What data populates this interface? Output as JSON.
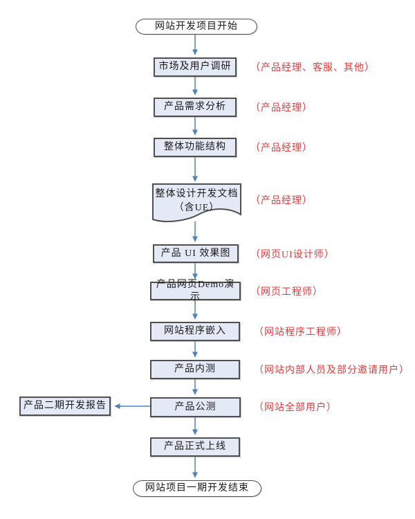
{
  "diagram": {
    "type": "flowchart",
    "direction": "top-down",
    "colors": {
      "process_fill": "#e3eaf5",
      "process_border": "#4f4f4f",
      "terminator_fill": "#ffffff",
      "connector": "#4f81bd",
      "annotation_text": "#e23b3b",
      "node_text": "#1a1a1a"
    },
    "nodes": [
      {
        "id": "start",
        "shape": "terminator",
        "label": "网站开发项目开始"
      },
      {
        "id": "market-research",
        "shape": "process",
        "label": "市场及用户调研",
        "annotation": "（产品经理、客服、其他）"
      },
      {
        "id": "requirement-analysis",
        "shape": "process",
        "label": "产品需求分析",
        "annotation": "（产品经理）"
      },
      {
        "id": "function-structure",
        "shape": "process",
        "label": "整体功能结构",
        "annotation": "（产品经理）"
      },
      {
        "id": "design-document",
        "shape": "document",
        "label": "整体设计开发文档",
        "label_line2": "（含UE）",
        "annotation": "（产品经理）"
      },
      {
        "id": "ui-mockup",
        "shape": "process",
        "label": "产品 UI 效果图",
        "annotation": "（网页UI设计师）"
      },
      {
        "id": "web-demo",
        "shape": "process",
        "label": "产品网页Demo演示",
        "annotation": "（网页工程师）"
      },
      {
        "id": "program-embed",
        "shape": "process",
        "label": "网站程序嵌入",
        "annotation": "（网站程序工程师）"
      },
      {
        "id": "internal-test",
        "shape": "process",
        "label": "产品内测",
        "annotation": "（网站内部人员及部分邀请用户）"
      },
      {
        "id": "public-beta",
        "shape": "process",
        "label": "产品公测",
        "annotation": "（网站全部用户）"
      },
      {
        "id": "official-launch",
        "shape": "process",
        "label": "产品正式上线"
      },
      {
        "id": "end",
        "shape": "terminator",
        "label": "网站项目一期开发结束"
      }
    ],
    "side_node": {
      "id": "phase2-report",
      "shape": "process",
      "label": "产品二期开发报告"
    },
    "edges": [
      {
        "from": "start",
        "to": "market-research"
      },
      {
        "from": "market-research",
        "to": "requirement-analysis"
      },
      {
        "from": "requirement-analysis",
        "to": "function-structure"
      },
      {
        "from": "function-structure",
        "to": "design-document"
      },
      {
        "from": "design-document",
        "to": "ui-mockup"
      },
      {
        "from": "ui-mockup",
        "to": "web-demo"
      },
      {
        "from": "web-demo",
        "to": "program-embed"
      },
      {
        "from": "program-embed",
        "to": "internal-test"
      },
      {
        "from": "internal-test",
        "to": "public-beta"
      },
      {
        "from": "public-beta",
        "to": "phase2-report"
      },
      {
        "from": "public-beta",
        "to": "official-launch"
      },
      {
        "from": "official-launch",
        "to": "end"
      }
    ]
  }
}
